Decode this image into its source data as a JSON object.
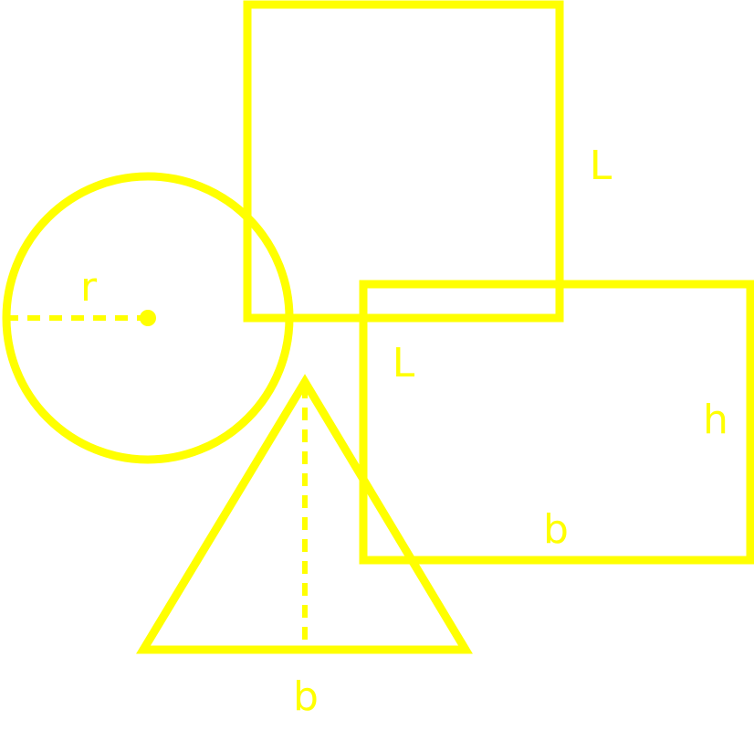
{
  "colors": {
    "stroke": "#ffff00",
    "background": "#ffffff"
  },
  "labels": {
    "square_side_right": "L",
    "square_side_bottom": "L",
    "circle_radius": "r",
    "rectangle_height": "h",
    "rectangle_base": "b",
    "triangle_base": "b"
  }
}
